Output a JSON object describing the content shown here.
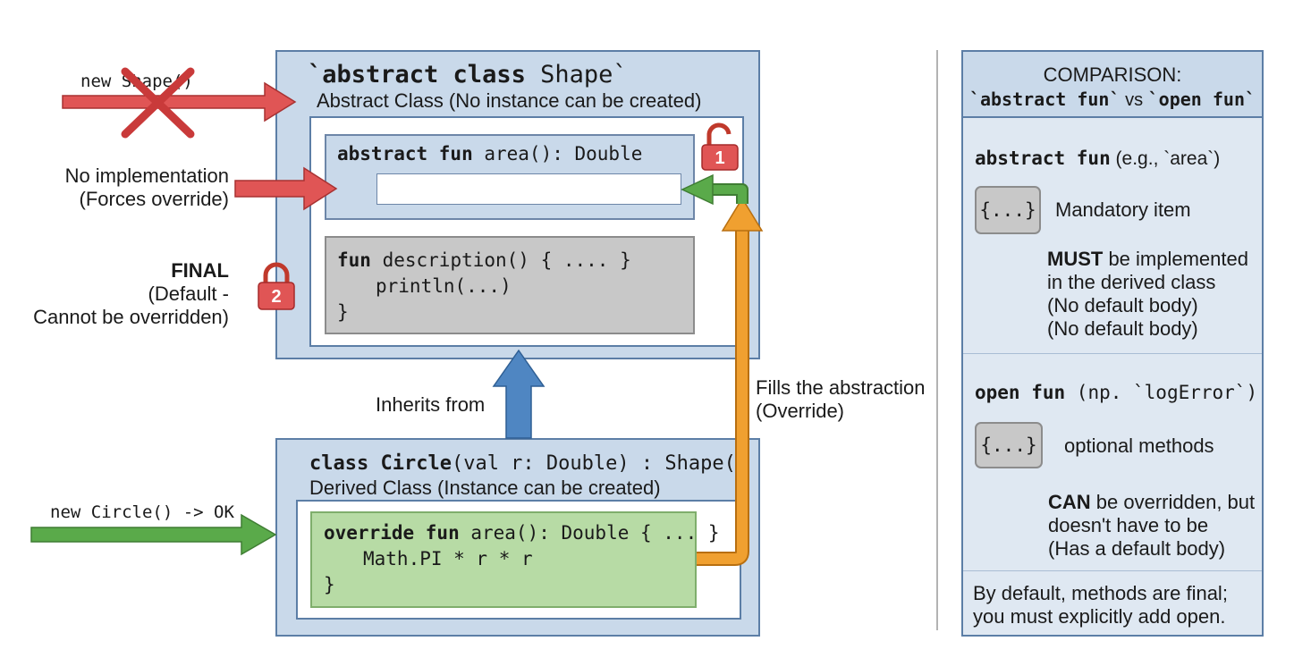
{
  "shape": {
    "header_kw": "`abstract class",
    "header_name": " Shape`",
    "subtitle": "Abstract Class (No instance can be created)",
    "area_kw": "abstract fun",
    "area_sig": " area(): Double",
    "desc_kw": "fun",
    "desc_line1": " description() { .... }",
    "desc_line2": "println(...)",
    "desc_line3": "}"
  },
  "locks": {
    "lock1": "1",
    "lock2": "2"
  },
  "left_notes": {
    "new_shape": "new Shape()",
    "no_impl_line1": "No implementation",
    "no_impl_line2": "(Forces override)",
    "final_title": "FINAL",
    "final_line1": "(Default -",
    "final_line2": "Cannot be overridden)",
    "new_circle": "new Circle() -> OK"
  },
  "arrows": {
    "inherits": "Inherits from",
    "fills_line1": "Fills the abstraction",
    "fills_line2": "(Override)"
  },
  "circle": {
    "header_kw": "class Circle",
    "header_rest": "(val r: Double) : Shape()",
    "subtitle": "Derived Class (Instance can be created)",
    "override_kw": "override fun",
    "override_sig": " area(): Double { ... }",
    "body_line": "Math.PI * r * r",
    "close": "}"
  },
  "comparison": {
    "title": "COMPARISON:",
    "sub_kw1": "`abstract fun`",
    "sub_vs": " vs ",
    "sub_kw2": "`open fun`",
    "abstract_kw": "abstract fun",
    "abstract_eg": " (e.g., `area`)",
    "braces": "{...}",
    "mandatory": "Mandatory item",
    "must_kw": "MUST",
    "must_line1": " be implemented",
    "must_line2": "in the derived class",
    "must_line3": "(No default body)",
    "must_line4": "(No default body)",
    "open_kw": "open fun",
    "open_np": " (np. `logError`)",
    "braces2": "{...}",
    "optional": "optional methods",
    "can_kw": "CAN",
    "can_line1": " be overridden, but",
    "can_line2": "doesn't have to be",
    "can_line3": "(Has a default body)",
    "footer_line1": "By default, methods are final;",
    "footer_line2": "you must explicitly add open."
  },
  "colors": {
    "panel_blue": "#c9d9ea",
    "border_blue": "#5c7ea6",
    "red": "#e05555",
    "green": "#5aaa4a",
    "orange": "#f0a030",
    "blue_arrow": "#4f86c2",
    "green_box": "#b7dba5",
    "gray_box": "#c8c8c8"
  }
}
